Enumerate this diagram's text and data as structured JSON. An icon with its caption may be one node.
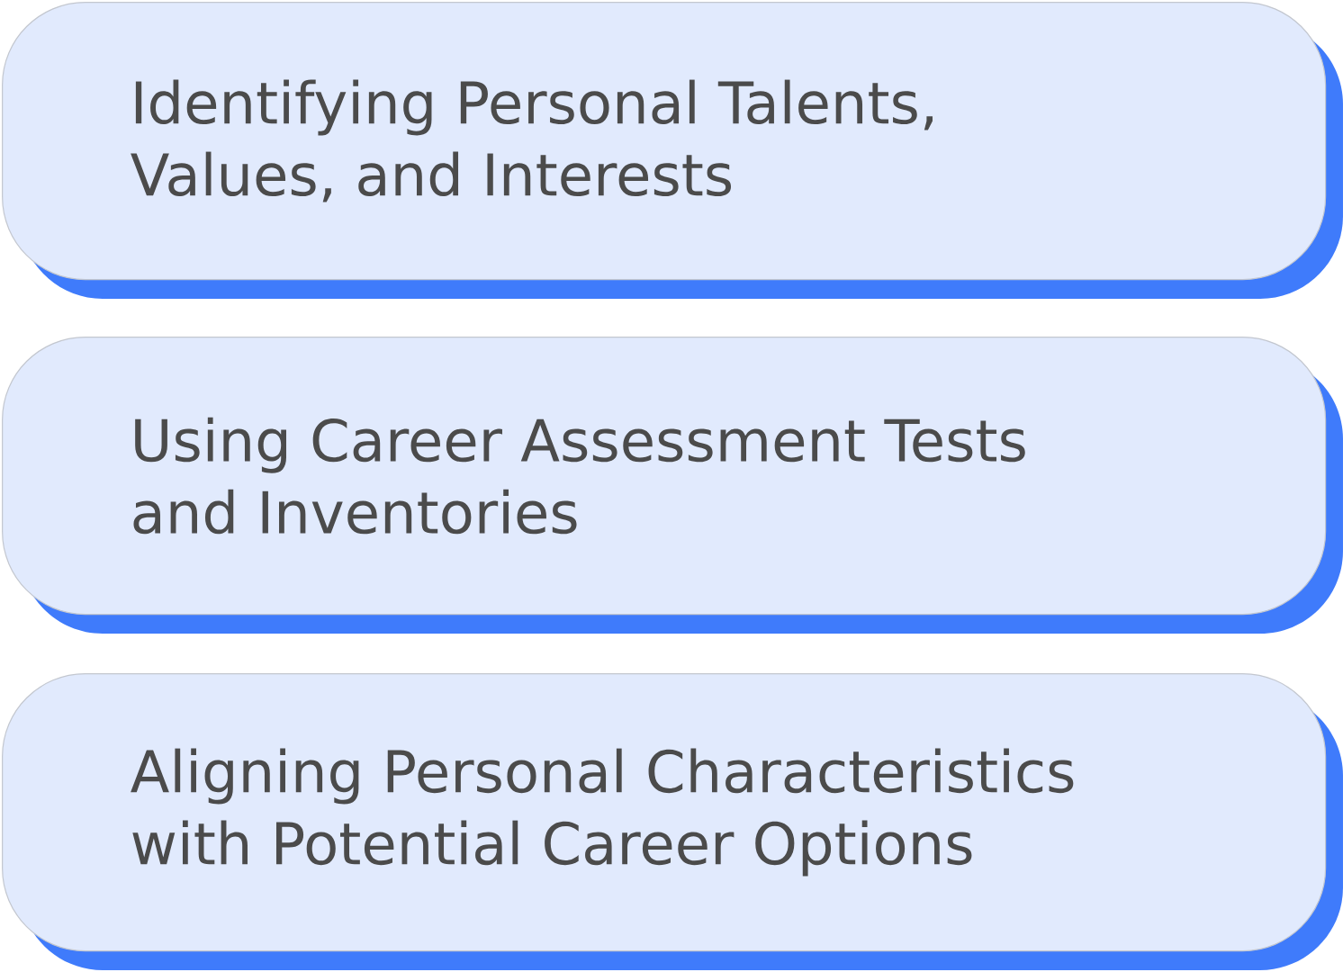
{
  "diagram": {
    "nodes": [
      {
        "text": [
          "Identifying Personal Talents, Values, and Interests"
        ]
      },
      {
        "text": [
          "Using Career Assessment Tests and Inventories"
        ]
      },
      {
        "text": [
          "Aligning Personal Characteristics with Potential Career Options"
        ]
      }
    ],
    "edges": []
  }
}
